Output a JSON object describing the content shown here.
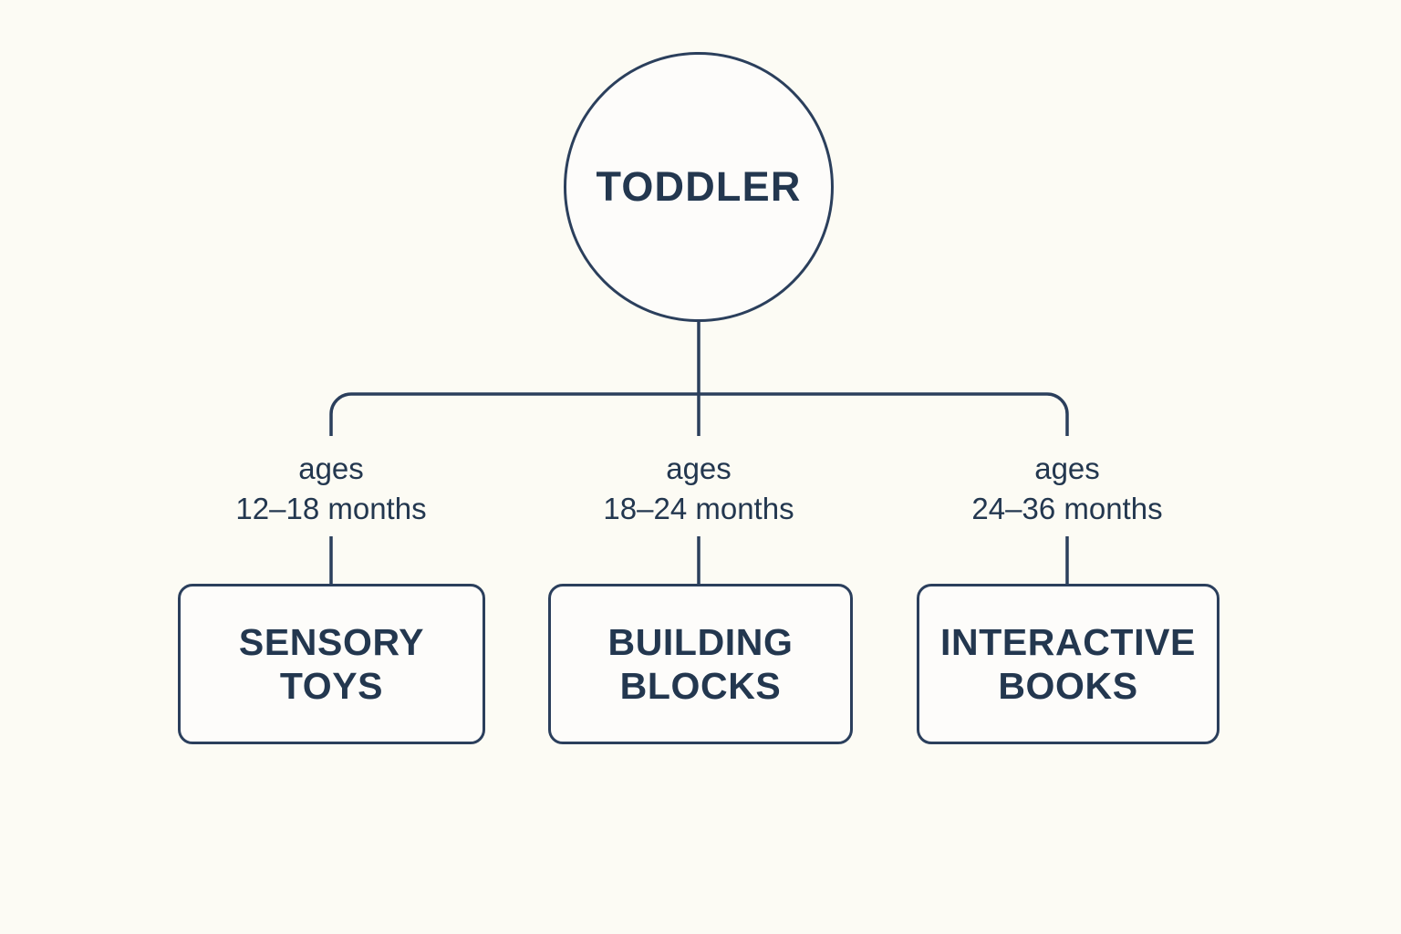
{
  "diagram": {
    "type": "hierarchy-tree",
    "orientation": "top-down",
    "colors": {
      "background": "#fcfbf4",
      "stroke": "#2b3f5c",
      "text": "#23374f",
      "node_fill": "#fdfcfa"
    },
    "root": {
      "shape": "circle",
      "label": "TODDLER"
    },
    "branches": [
      {
        "edge_label_line1": "ages",
        "edge_label_line2": "12–18 months",
        "age_range": "12–18 months",
        "leaf_label": "SENSORY\nTOYS",
        "leaf_shape": "rounded-rectangle"
      },
      {
        "edge_label_line1": "ages",
        "edge_label_line2": "18–24 months",
        "age_range": "18–24 months",
        "leaf_label": "BUILDING\nBLOCKS",
        "leaf_shape": "rounded-rectangle"
      },
      {
        "edge_label_line1": "ages",
        "edge_label_line2": "24–36 months",
        "age_range": "24–36 months",
        "leaf_label": "INTERACTIVE\nBOOKS",
        "leaf_shape": "rounded-rectangle"
      }
    ]
  }
}
